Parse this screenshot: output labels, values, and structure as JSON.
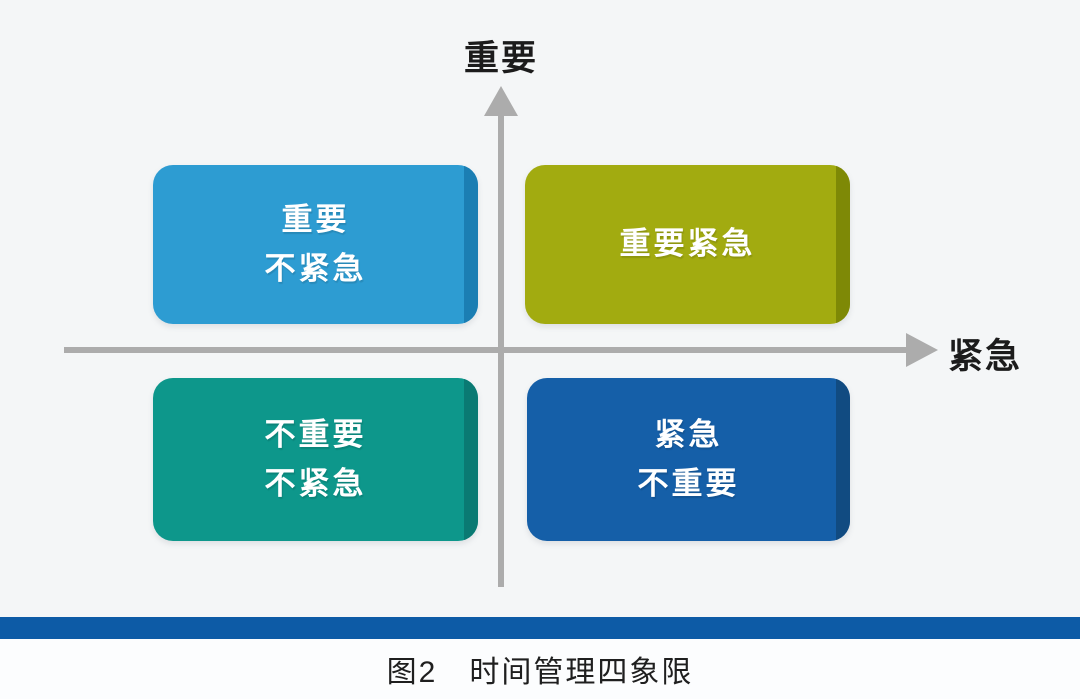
{
  "diagram": {
    "caption": "图2　时间管理四象限",
    "axes": {
      "y_label": "重要",
      "x_label": "紧急",
      "axis_color": "#ACACAC"
    },
    "quadrants": [
      {
        "position": "top-left",
        "label": "重要\n不紧急",
        "color": "#2D9CD2",
        "edge_color": "#1B7EB3"
      },
      {
        "position": "top-right",
        "label": "重要紧急",
        "color": "#A2AB10",
        "edge_color": "#7E8906"
      },
      {
        "position": "bottom-left",
        "label": "不重要\n不紧急",
        "color": "#0D978B",
        "edge_color": "#0A7A73"
      },
      {
        "position": "bottom-right",
        "label": "紧急\n不重要",
        "color": "#155FA8",
        "edge_color": "#114B81"
      }
    ],
    "colors": {
      "background": "#F4F6F7",
      "footer_background": "#FCFDFE",
      "divider_bar": "#0D5BA6",
      "axis_label_text": "#1C1C1C",
      "quadrant_text": "#FFFFFF"
    }
  }
}
